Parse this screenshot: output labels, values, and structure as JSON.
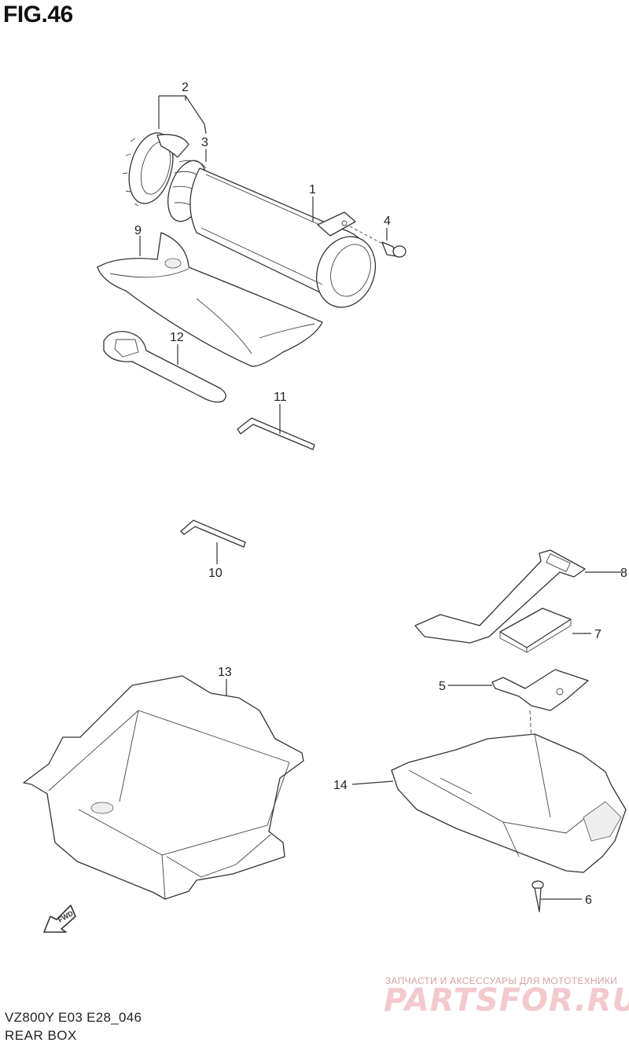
{
  "figure": {
    "title": "FIG.46",
    "model_code": "VZ800Y E03 E28_046",
    "section_name": "REAR BOX"
  },
  "callouts": [
    {
      "id": "1",
      "label": "1"
    },
    {
      "id": "2",
      "label": "2"
    },
    {
      "id": "3",
      "label": "3"
    },
    {
      "id": "4",
      "label": "4"
    },
    {
      "id": "5",
      "label": "5"
    },
    {
      "id": "6",
      "label": "6"
    },
    {
      "id": "7",
      "label": "7"
    },
    {
      "id": "8",
      "label": "8"
    },
    {
      "id": "9",
      "label": "9"
    },
    {
      "id": "10",
      "label": "10"
    },
    {
      "id": "11",
      "label": "11"
    },
    {
      "id": "12",
      "label": "12"
    },
    {
      "id": "13",
      "label": "13"
    },
    {
      "id": "14",
      "label": "14"
    }
  ],
  "direction_marker": {
    "label": "FWD"
  },
  "watermark": {
    "small_text": "ЗАПЧАСТИ И АКСЕССУАРЫ ДЛЯ МОТОТЕХНИКИ",
    "brand_text": "PARTSFOR.RU"
  }
}
